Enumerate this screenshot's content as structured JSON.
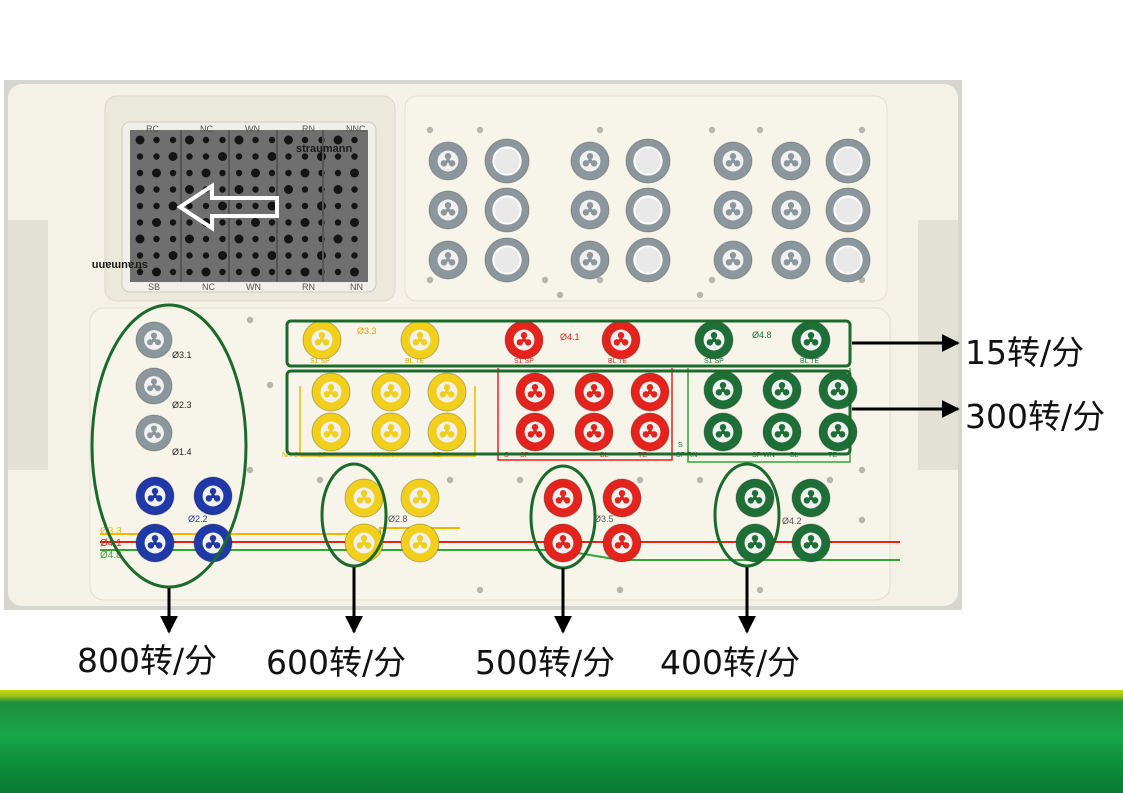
{
  "tray": {
    "brand": "straumann",
    "brand_mirrored": "straumann",
    "cassette_top_labels": [
      "RC",
      "NC",
      "WN",
      "RN",
      "NNC"
    ],
    "cassette_bottom_labels": [
      "SB",
      "NC",
      "WN",
      "RN",
      "NN"
    ],
    "diameter_labels": {
      "grey_col": [
        "Ø3.1",
        "Ø2.3",
        "Ø1.4"
      ],
      "blue": "Ø2.2",
      "yellow_row": "Ø3.3",
      "red_row": "Ø4.1",
      "green_row": "Ø4.8",
      "yellow_small": "Ø2.8",
      "red_small": "Ø3.5",
      "green_small": "Ø4.2"
    },
    "left_edge_labels": [
      "Ø3.3",
      "Ø4.1",
      "Ø4.8"
    ],
    "small_labels": {
      "yellow_row_1": [
        "S1 SP",
        "BL TE"
      ],
      "red_row_1": [
        "S1 SP",
        "BL TE"
      ],
      "green_row_1": [
        "S1 SP",
        "BL TE"
      ],
      "yellow_row_3": [
        "NN S",
        "SP",
        "NN WN",
        "TE"
      ],
      "red_row_3": [
        "S",
        "SP",
        "BL",
        "TE"
      ],
      "green_row_3": [
        "S",
        "SP RN",
        "SP WN",
        "BL",
        "TE"
      ]
    }
  },
  "colors": {
    "grey": "#8c979d",
    "yellow": "#f2cf1a",
    "red": "#e4231c",
    "green": "#1d6f37",
    "blue": "#1f3aa8",
    "outline": "#1b6a2c"
  },
  "annotations": {
    "right": [
      "15转/分",
      "300转/分"
    ],
    "bottom": [
      "800转/分",
      "600转/分",
      "500转/分",
      "400转/分"
    ]
  }
}
